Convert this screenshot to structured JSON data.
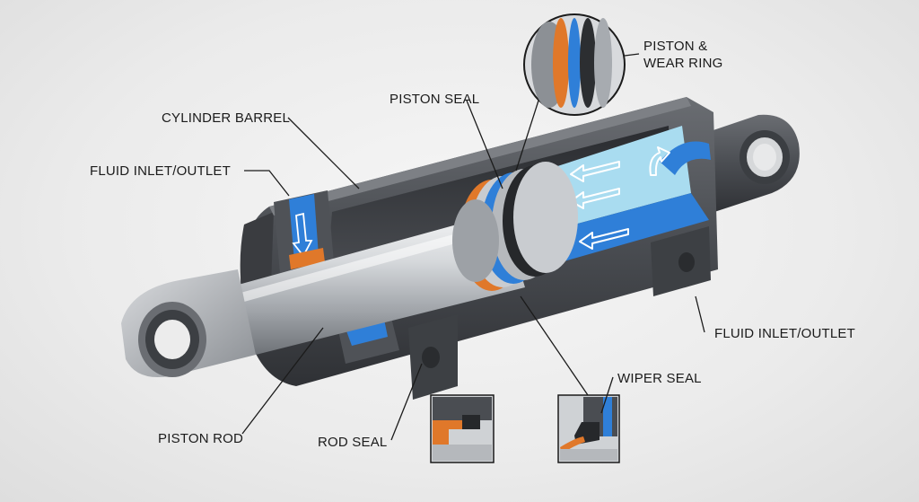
{
  "labels": {
    "cylinder_barrel": "CYLINDER BARREL",
    "fluid_inlet_left": "FLUID INLET/OUTLET",
    "piston_seal": "PISTON SEAL",
    "piston_wear_ring_l1": "PISTON &",
    "piston_wear_ring_l2": "WEAR RING",
    "fluid_inlet_right": "FLUID INLET/OUTLET",
    "wiper_seal": "WIPER SEAL",
    "piston_rod": "PISTON ROD",
    "rod_seal": "ROD SEAL"
  },
  "colors": {
    "seal_orange": "#e0782a",
    "fluid_light_blue": "#a9dcf0",
    "fluid_blue": "#2f7fd8",
    "steel_dark": "#4a4d52",
    "rod_steel": "#c9ccd0"
  }
}
